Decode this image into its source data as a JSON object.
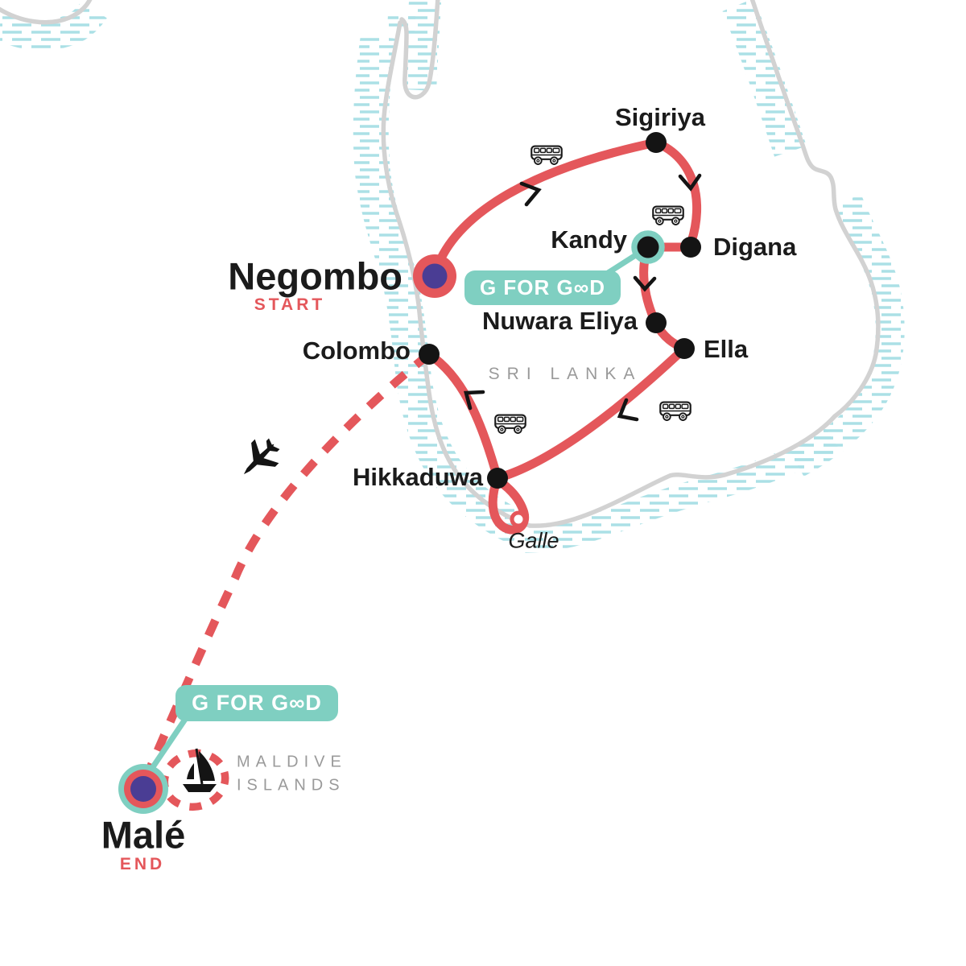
{
  "regions": {
    "sri_lanka": "SRI LANKA",
    "maldives": {
      "line1": "MALDIVE",
      "line2": "ISLANDS"
    }
  },
  "stops": {
    "negombo": {
      "name": "Negombo",
      "tag": "START"
    },
    "sigiriya": {
      "name": "Sigiriya"
    },
    "digana": {
      "name": "Digana"
    },
    "kandy": {
      "name": "Kandy"
    },
    "nuwara_eliya": {
      "name": "Nuwara Eliya"
    },
    "ella": {
      "name": "Ella"
    },
    "colombo": {
      "name": "Colombo"
    },
    "hikkaduwa": {
      "name": "Hikkaduwa"
    },
    "galle": {
      "name": "Galle"
    },
    "male": {
      "name": "Malé",
      "tag": "END"
    }
  },
  "badges": {
    "kandy": {
      "label": "G FOR GOOD",
      "display": "G FOR G∞D"
    },
    "male": {
      "label": "G FOR GOOD",
      "display": "G FOR G∞D"
    }
  },
  "icons": {
    "bus": "bus-icon",
    "plane": "plane-icon",
    "sailboat": "sailboat-icon",
    "bus_count": 4
  },
  "colors": {
    "route": "#E4575B",
    "teal": "#7FCFC1",
    "purple": "#4A3D94",
    "coast": "#D2D2D2",
    "hatch": "#ABE0E6",
    "region_text": "#9A9A9A",
    "ink": "#1B1B1B"
  }
}
